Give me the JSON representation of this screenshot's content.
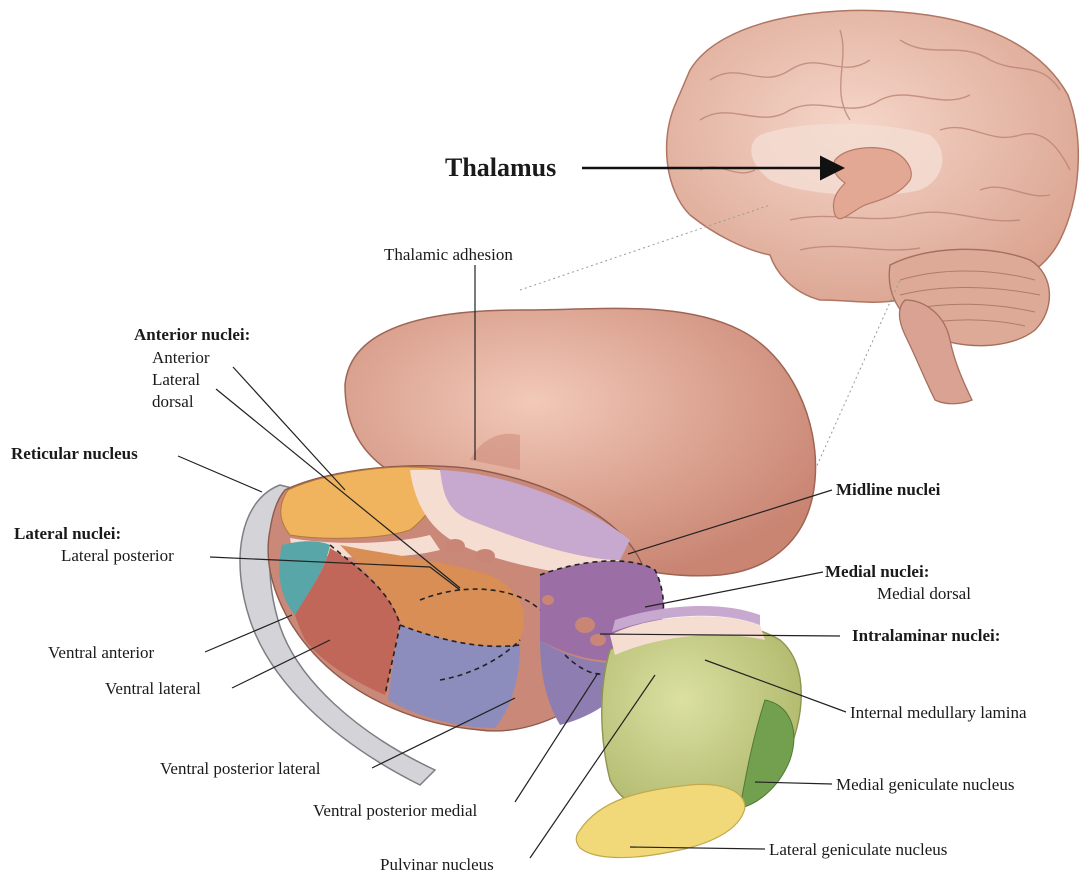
{
  "main_label": "Thalamus",
  "labels": {
    "thalamic_adhesion": "Thalamic adhesion",
    "anterior_nuclei_heading": "Anterior nuclei:",
    "anterior_1": "Anterior",
    "anterior_2": "Lateral",
    "anterior_3": "dorsal",
    "reticular_nucleus": "Reticular nucleus",
    "lateral_nuclei_heading": "Lateral nuclei:",
    "lateral_posterior": "Lateral posterior",
    "ventral_anterior": "Ventral anterior",
    "ventral_lateral": "Ventral lateral",
    "ventral_posterior_lateral": "Ventral posterior lateral",
    "ventral_posterior_medial": "Ventral posterior medial",
    "pulvinar_nucleus": "Pulvinar nucleus",
    "midline_nuclei": "Midline nuclei",
    "medial_nuclei_heading": "Medial nuclei:",
    "medial_dorsal": "Medial dorsal",
    "intralaminar_nuclei": "Intralaminar nuclei:",
    "internal_medullary_lamina": "Internal medullary lamina",
    "medial_geniculate_nucleus": "Medial geniculate nucleus",
    "lateral_geniculate_nucleus": "Lateral geniculate nucleus"
  },
  "colors": {
    "brain": "#e9b9a8",
    "thalamus_body": "#dca08f",
    "anterior": "#f0b45e",
    "lamina": "#f6ddd2",
    "midline_purple": "#c7a8cf",
    "medial_dorsal": "#9b6fa6",
    "ventral_anterior": "#58a6a8",
    "ventral_lateral": "#c0675a",
    "lateral_posterior": "#d88e55",
    "vpl": "#8c8dbd",
    "pulvinar": "#c9cf86",
    "mgn": "#73a04e",
    "lgn": "#f1d878",
    "reticular": "#d4d4d8"
  }
}
